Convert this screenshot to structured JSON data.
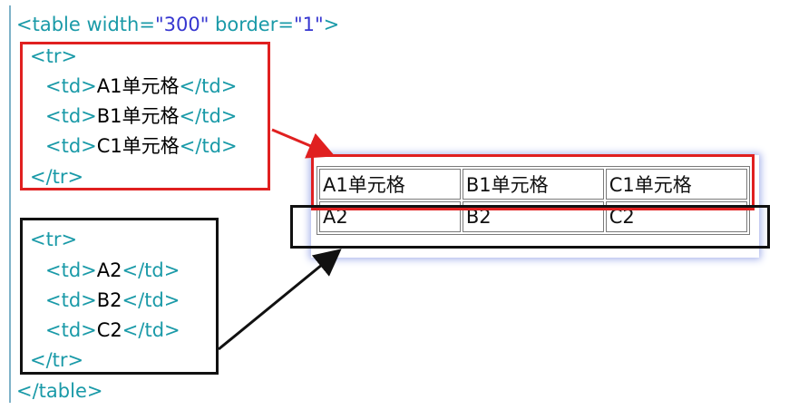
{
  "code": {
    "lines": [
      {
        "tokens": [
          {
            "t": "<table ",
            "c": "tag"
          },
          {
            "t": "width=",
            "c": "attr"
          },
          {
            "t": "\"300\"",
            "c": "str"
          },
          {
            "t": " border=",
            "c": "attr"
          },
          {
            "t": "\"1\"",
            "c": "str"
          },
          {
            "t": ">",
            "c": "tag"
          }
        ]
      },
      {
        "tokens": [
          {
            "t": "<tr>",
            "c": "tag"
          }
        ]
      },
      {
        "tokens": [
          {
            "t": "<td>",
            "c": "tag"
          },
          {
            "t": "A1单元格",
            "c": "txt"
          },
          {
            "t": "</td>",
            "c": "tag"
          }
        ]
      },
      {
        "tokens": [
          {
            "t": "<td>",
            "c": "tag"
          },
          {
            "t": "B1单元格",
            "c": "txt"
          },
          {
            "t": "</td>",
            "c": "tag"
          }
        ]
      },
      {
        "tokens": [
          {
            "t": "<td>",
            "c": "tag"
          },
          {
            "t": "C1单元格",
            "c": "txt"
          },
          {
            "t": "</td>",
            "c": "tag"
          }
        ]
      },
      {
        "tokens": [
          {
            "t": "</tr>",
            "c": "tag"
          }
        ]
      },
      {
        "tokens": [
          {
            "t": "<tr>",
            "c": "tag"
          }
        ]
      },
      {
        "tokens": [
          {
            "t": "<td>",
            "c": "tag"
          },
          {
            "t": "A2",
            "c": "txt"
          },
          {
            "t": "</td>",
            "c": "tag"
          }
        ]
      },
      {
        "tokens": [
          {
            "t": "<td>",
            "c": "tag"
          },
          {
            "t": "B2",
            "c": "txt"
          },
          {
            "t": "</td>",
            "c": "tag"
          }
        ]
      },
      {
        "tokens": [
          {
            "t": "<td>",
            "c": "tag"
          },
          {
            "t": "C2",
            "c": "txt"
          },
          {
            "t": "</td>",
            "c": "tag"
          }
        ]
      },
      {
        "tokens": [
          {
            "t": "</tr>",
            "c": "tag"
          }
        ]
      },
      {
        "tokens": [
          {
            "t": "</table>",
            "c": "tag"
          }
        ]
      }
    ]
  },
  "rendered_table": {
    "rows": [
      [
        "A1单元格",
        "B1单元格",
        "C1单元格"
      ],
      [
        "A2",
        "B2",
        "C2"
      ]
    ]
  },
  "colors": {
    "highlight_row1": "#e02020",
    "highlight_row2": "#111111",
    "tag": "#1a9aa8",
    "string": "#3636d0"
  }
}
